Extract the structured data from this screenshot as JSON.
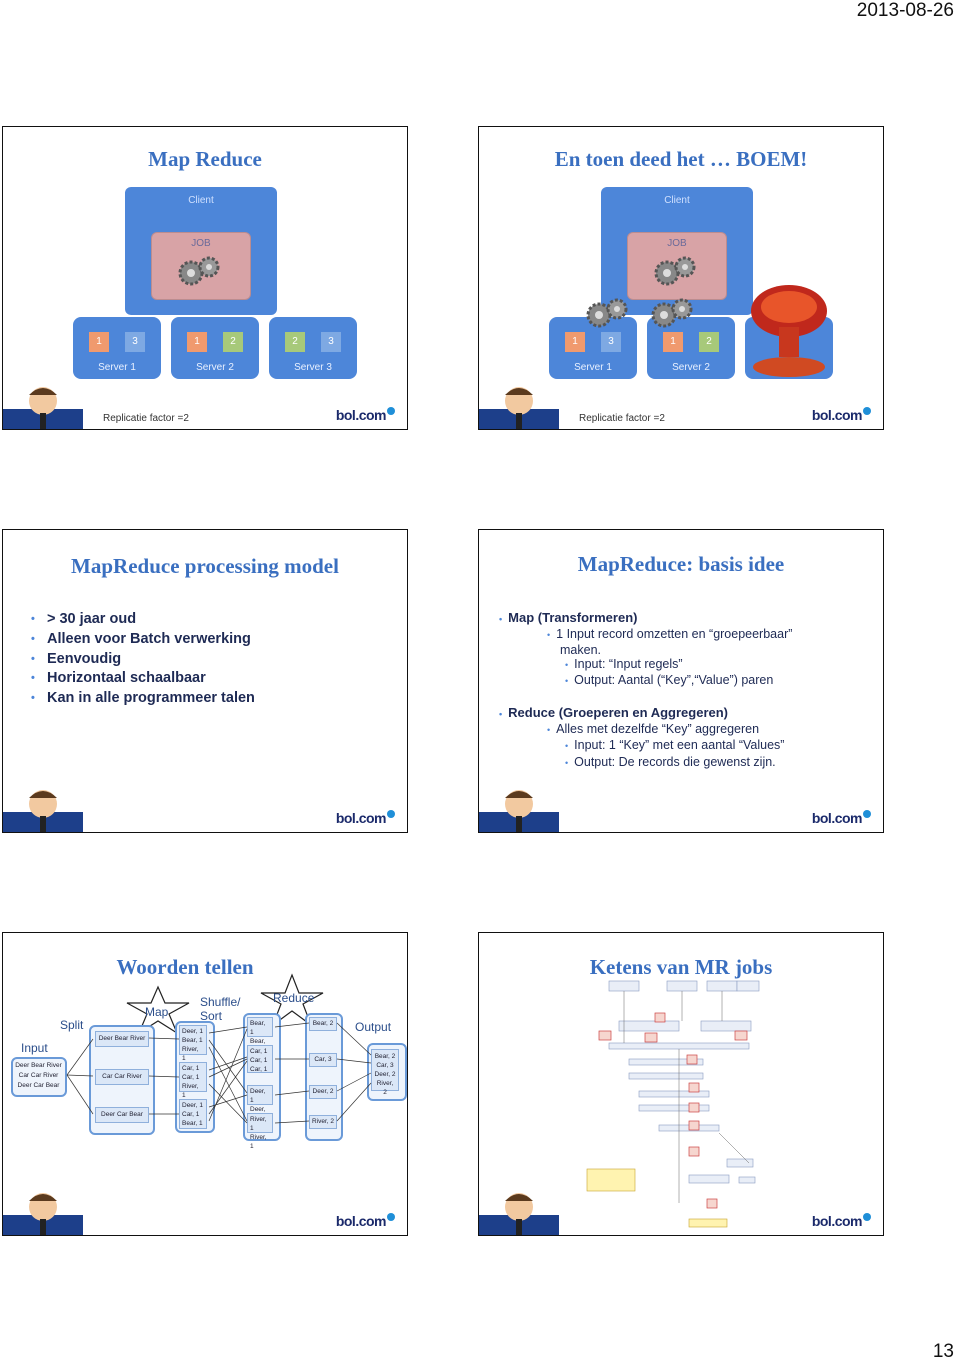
{
  "page": {
    "date": "2013-08-26",
    "number": "13"
  },
  "slide1": {
    "title": "Map Reduce",
    "client_label": "Client",
    "job_label": "JOB",
    "servers": [
      {
        "name": "Server 1",
        "blocks": [
          "1",
          "3"
        ]
      },
      {
        "name": "Server 2",
        "blocks": [
          "1",
          "2"
        ]
      },
      {
        "name": "Server 3",
        "blocks": [
          "2",
          "3"
        ]
      }
    ],
    "replication": "Replicatie factor =2"
  },
  "slide2": {
    "title": "En toen deed het … BOEM!",
    "client_label": "Client",
    "job_label": "JOB",
    "servers": [
      {
        "name": "Server 1",
        "blocks": [
          "1",
          "3"
        ]
      },
      {
        "name": "Server 2",
        "blocks": [
          "1",
          "2"
        ]
      }
    ],
    "replication": "Replicatie factor =2"
  },
  "slide3": {
    "title": "MapReduce processing model",
    "bullets": [
      "> 30 jaar oud",
      "Alleen voor Batch verwerking",
      "Eenvoudig",
      "Horizontaal schaalbaar",
      "Kan in alle programmeer talen"
    ]
  },
  "slide4": {
    "title": "MapReduce: basis idee",
    "map_head": "Map (Transformeren)",
    "map_l1": "1 Input record omzetten en “groepeerbaar”",
    "map_l1b": "maken.",
    "map_input": "Input:    “Input regels”",
    "map_output": "Output: Aantal (“Key”,“Value”) paren",
    "reduce_head": "Reduce (Groeperen en Aggregeren)",
    "reduce_l1": "Alles met dezelfde “Key” aggregeren",
    "reduce_input": "Input:    1 “Key” met een aantal “Values”",
    "reduce_output": "Output: De records die gewenst zijn."
  },
  "slide5": {
    "title": "Woorden tellen",
    "labels": {
      "input": "Input",
      "split": "Split",
      "map": "Map",
      "shuffle": "Shuffle/\nSort",
      "reduce": "Reduce",
      "output": "Output"
    },
    "input_lines": [
      "Deer Bear River",
      "Car Car River",
      "Deer Car Bear"
    ],
    "splits": [
      "Deer Bear River",
      "Car Car River",
      "Deer Car Bear"
    ],
    "maps": [
      [
        "Deer, 1",
        "Bear, 1",
        "River, 1"
      ],
      [
        "Car, 1",
        "Car, 1",
        "River, 1"
      ],
      [
        "Deer, 1",
        "Car, 1",
        "Bear, 1"
      ]
    ],
    "shuffles": [
      [
        "Bear, 1",
        "Bear, 1"
      ],
      [
        "Car, 1",
        "Car, 1",
        "Car, 1"
      ],
      [
        "Deer, 1",
        "Deer, 1"
      ],
      [
        "River, 1",
        "River, 1"
      ]
    ],
    "reduces": [
      "Bear, 2",
      "Car, 3",
      "Deer, 2",
      "River, 2"
    ],
    "output_lines": [
      "Bear, 2",
      "Car, 3",
      "Deer, 2",
      "River, 2"
    ]
  },
  "slide6": {
    "title": "Ketens van MR jobs"
  },
  "brand": "bol.com"
}
